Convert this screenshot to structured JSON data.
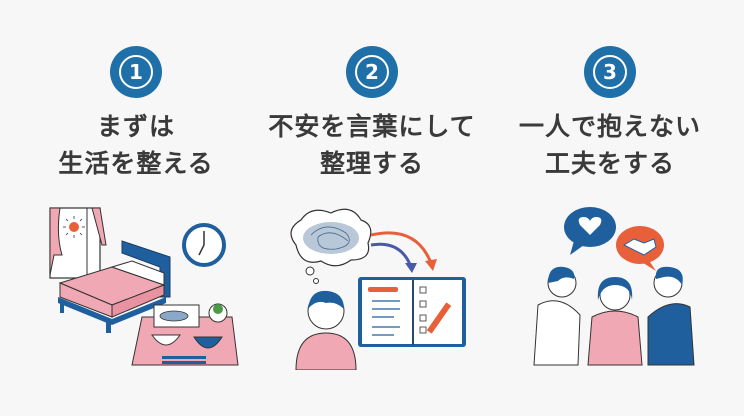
{
  "colors": {
    "badge": "#1f6fa8",
    "text": "#3a3a3a",
    "pink": "#f0a8b4",
    "blue": "#1f5f9e",
    "orange": "#e8603a",
    "background": "#f7f7f7"
  },
  "steps": [
    {
      "number": "1",
      "title_line1": "まずは",
      "title_line2": "生活を整える",
      "illustration": "bedroom-clock-meal"
    },
    {
      "number": "2",
      "title_line1": "不安を言葉にして",
      "title_line2": "整理する",
      "illustration": "thinking-notebook"
    },
    {
      "number": "3",
      "title_line1": "一人で抱えない",
      "title_line2": "工夫をする",
      "illustration": "people-support"
    }
  ]
}
